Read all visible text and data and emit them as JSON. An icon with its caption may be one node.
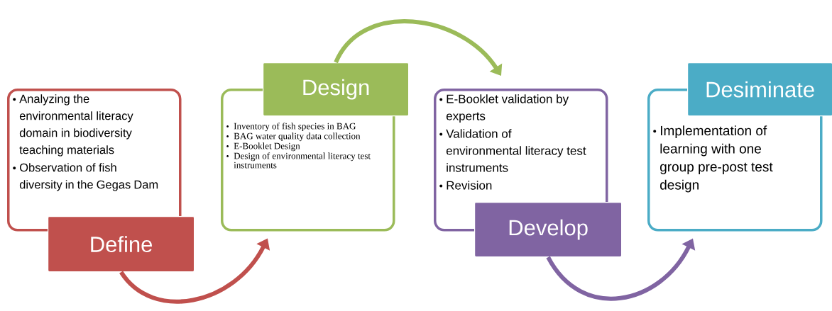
{
  "diagram": {
    "nodes": [
      {
        "text": [
          "Analyzing the environmental literacy domain in biodiversity teaching materials",
          "Observation of fish diversity in the Gegas Dam"
        ]
      },
      {
        "text": [
          "Define"
        ]
      },
      {
        "text": [
          "Inventory of fish species in BAG",
          "BAG water quality data collection",
          "E-Booklet Design",
          "Design of environmental literacy test instruments"
        ]
      },
      {
        "text": [
          "Design"
        ]
      },
      {
        "text": [
          "E-Booklet validation by experts",
          "Validation of environmental literacy test instruments",
          "Revision"
        ]
      },
      {
        "text": [
          "Develop"
        ]
      },
      {
        "text": [
          "Implementation of learning with one group pre-post test design"
        ]
      },
      {
        "text": [
          "Desiminate"
        ]
      }
    ],
    "edges": [
      {
        "from": 1,
        "to": 2,
        "arrow": "to",
        "color": "#c0504d"
      },
      {
        "from": 3,
        "to": 4,
        "arrow": "to",
        "color": "#9bbb59"
      },
      {
        "from": 5,
        "to": 6,
        "arrow": "to",
        "color": "#8064a2"
      }
    ]
  }
}
